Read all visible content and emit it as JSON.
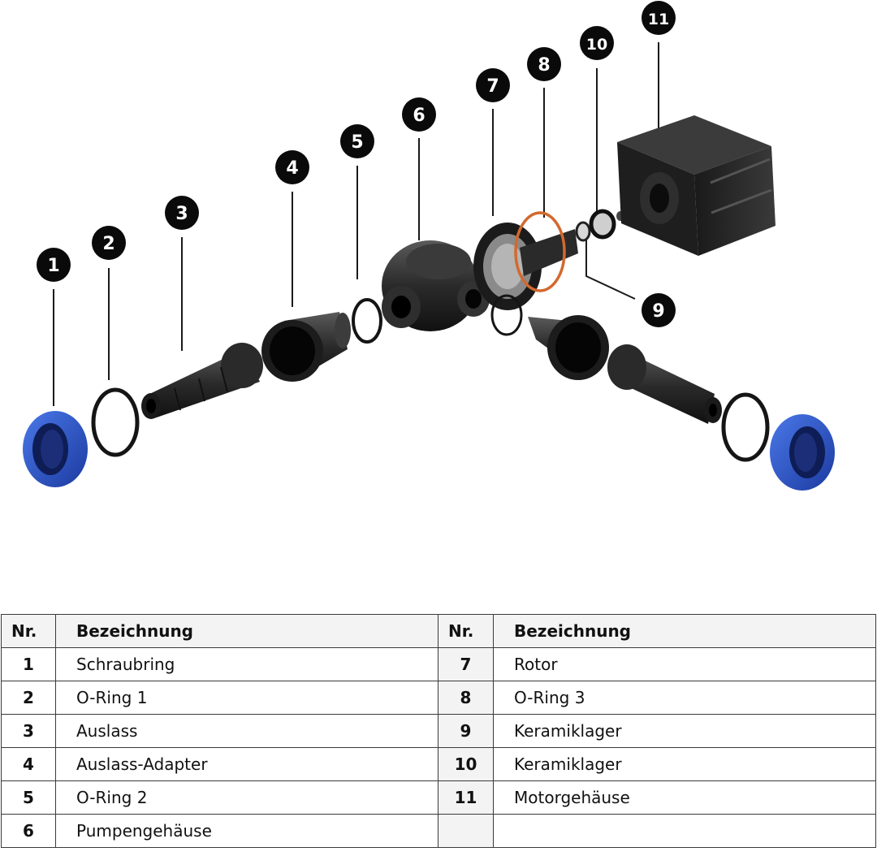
{
  "badges": [
    {
      "num": "1"
    },
    {
      "num": "2"
    },
    {
      "num": "3"
    },
    {
      "num": "4"
    },
    {
      "num": "5"
    },
    {
      "num": "6"
    },
    {
      "num": "7"
    },
    {
      "num": "8"
    },
    {
      "num": "9"
    },
    {
      "num": "10"
    },
    {
      "num": "11"
    }
  ],
  "table": {
    "headers": {
      "nr": "Nr.",
      "name": "Bezeichnung"
    },
    "left": [
      {
        "nr": "1",
        "name": "Schraubring"
      },
      {
        "nr": "2",
        "name": "O-Ring 1"
      },
      {
        "nr": "3",
        "name": "Auslass"
      },
      {
        "nr": "4",
        "name": "Auslass-Adapter"
      },
      {
        "nr": "5",
        "name": "O-Ring 2"
      },
      {
        "nr": "6",
        "name": "Pumpengehäuse"
      }
    ],
    "right": [
      {
        "nr": "7",
        "name": "Rotor"
      },
      {
        "nr": "8",
        "name": "O-Ring 3"
      },
      {
        "nr": "9",
        "name": "Keramiklager"
      },
      {
        "nr": "10",
        "name": "Keramiklager"
      },
      {
        "nr": "11",
        "name": "Motorgehäuse"
      },
      {
        "nr": "",
        "name": ""
      }
    ]
  },
  "colors": {
    "screw_ring": "#2850c8",
    "badge": "#0a0a0a",
    "oring_orange": "#d2692e",
    "body": "#2b2b2b"
  }
}
